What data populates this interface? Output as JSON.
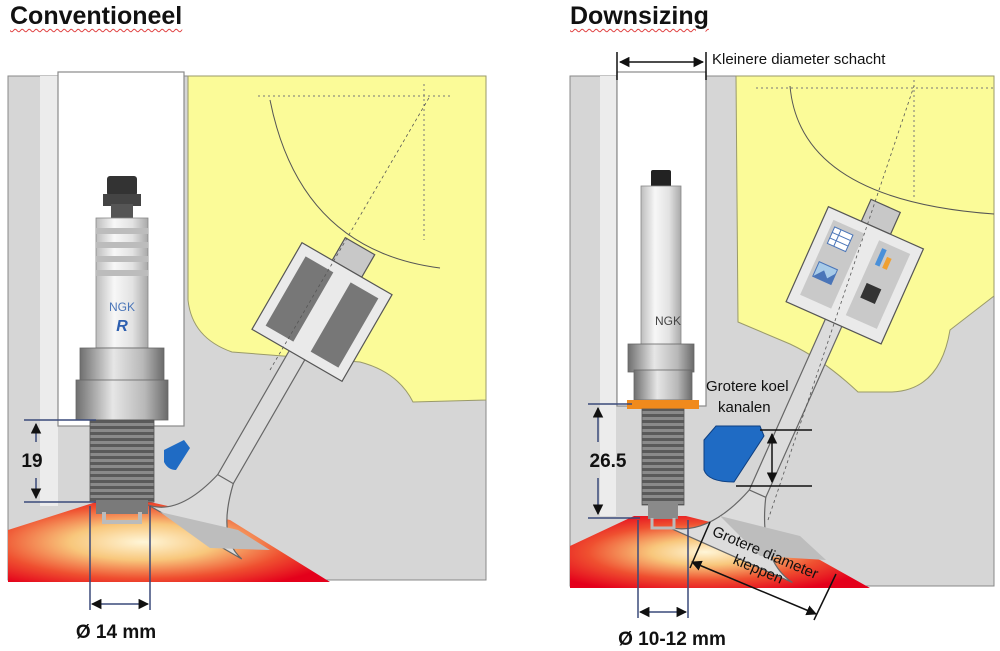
{
  "titles": {
    "left": "Conventioneel",
    "right": "Downsizing"
  },
  "left": {
    "brand": "NGK",
    "brand_mark": "R",
    "height_value": "19",
    "diameter_label": "Ø 14 mm"
  },
  "right": {
    "brand": "NGK",
    "height_value": "26.5",
    "diameter_label": "Ø 10-12 mm",
    "shaft_label": "Kleinere diameter schacht",
    "cooling_label_1": "Grotere koel",
    "cooling_label_2": "kanalen",
    "valve_label_1": "Grotere diameter",
    "valve_label_2": "kleppen"
  },
  "colors": {
    "head_gray": "#d6d6d6",
    "yellow_region": "#fbfb98",
    "combustion_red": "#e4001b",
    "coolant_blue": "#1f6bc4",
    "orange_ring": "#f08a1c",
    "dimension_blue": "#3a4a7a"
  }
}
